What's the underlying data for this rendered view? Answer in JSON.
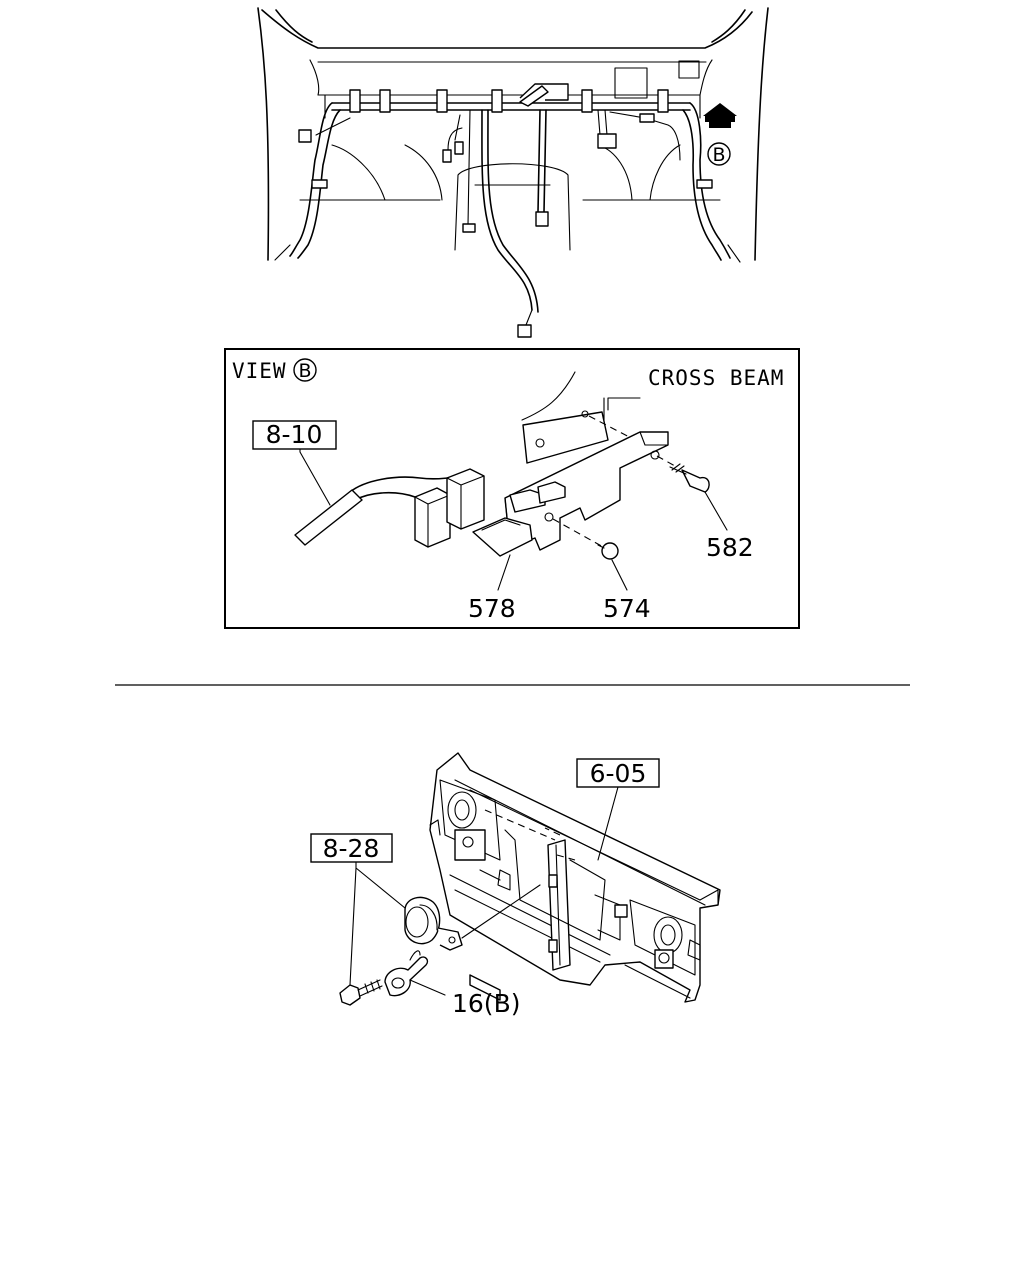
{
  "view_b": {
    "title": "VIEW",
    "marker": "B",
    "cross_beam": "CROSS BEAM",
    "ref_8_10": "8-10",
    "part_582": "582",
    "part_578": "578",
    "part_574": "574"
  },
  "dash_view": {
    "marker": "B"
  },
  "lower": {
    "ref_6_05": "6-05",
    "ref_8_28": "8-28",
    "part_16b": "16(B)"
  }
}
